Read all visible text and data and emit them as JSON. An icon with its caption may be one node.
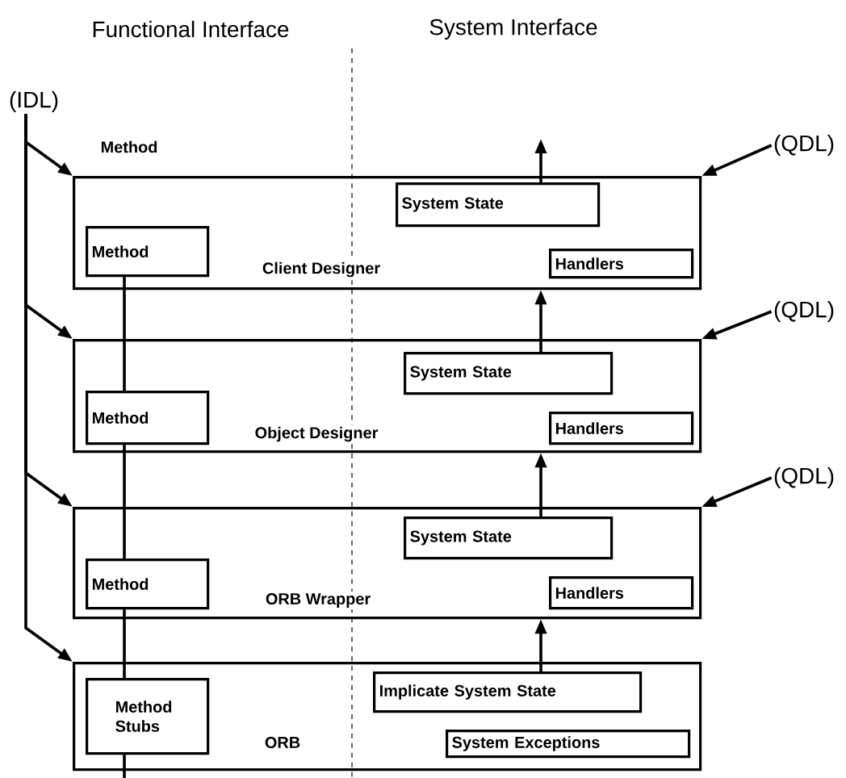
{
  "diagram": {
    "nodes": [
      {
        "text": [
          "(IDL)"
        ]
      },
      {
        "text": [
          "(QDL)"
        ]
      },
      {
        "text": [
          "Client Designer"
        ]
      },
      {
        "text": [
          "Method"
        ],
        "in": 2
      },
      {
        "text": [
          "System State"
        ],
        "in": 2
      },
      {
        "text": [
          "Handlers"
        ],
        "in": 2
      },
      {
        "text": [
          "(QDL)"
        ]
      },
      {
        "text": [
          "Object Designer"
        ]
      },
      {
        "text": [
          "Method"
        ],
        "in": 7
      },
      {
        "text": [
          "System State"
        ],
        "in": 7
      },
      {
        "text": [
          "Handlers"
        ],
        "in": 7
      },
      {
        "text": [
          "(QDL)"
        ]
      },
      {
        "text": [
          "ORB Wrapper"
        ]
      },
      {
        "text": [
          "Method"
        ],
        "in": 12
      },
      {
        "text": [
          "System State"
        ],
        "in": 12
      },
      {
        "text": [
          "Handlers"
        ],
        "in": 12
      },
      {
        "text": [
          "ORB"
        ]
      },
      {
        "text": [
          "Method Stubs"
        ],
        "in": 16
      },
      {
        "text": [
          "Implicate System State"
        ],
        "in": 16
      },
      {
        "text": [
          "System Exceptions"
        ],
        "in": 16
      }
    ],
    "edges": [
      {
        "from": 0,
        "to": 2,
        "arrow": "to"
      },
      {
        "from": 0,
        "to": 7,
        "arrow": "to"
      },
      {
        "from": 0,
        "to": 12,
        "arrow": "to"
      },
      {
        "from": 0,
        "to": 16,
        "arrow": "to"
      },
      {
        "from": 1,
        "to": 2,
        "arrow": "to"
      },
      {
        "from": 6,
        "to": 7,
        "arrow": "to"
      },
      {
        "from": 11,
        "to": 12,
        "arrow": "to"
      },
      {
        "from": 3,
        "to": 8,
        "arrow": "none"
      },
      {
        "from": 8,
        "to": 13,
        "arrow": "none"
      },
      {
        "from": 13,
        "to": 17,
        "arrow": "none"
      },
      {
        "from": 17,
        "to": null,
        "arrow": "none"
      },
      {
        "from": 18,
        "to": 12,
        "arrow": "to"
      },
      {
        "from": 14,
        "to": 7,
        "arrow": "to"
      },
      {
        "from": 9,
        "to": 2,
        "arrow": "to"
      },
      {
        "from": 4,
        "to": null,
        "arrow": "to"
      }
    ],
    "labels": [
      "Functional Interface",
      "System Interface",
      "Method"
    ]
  }
}
